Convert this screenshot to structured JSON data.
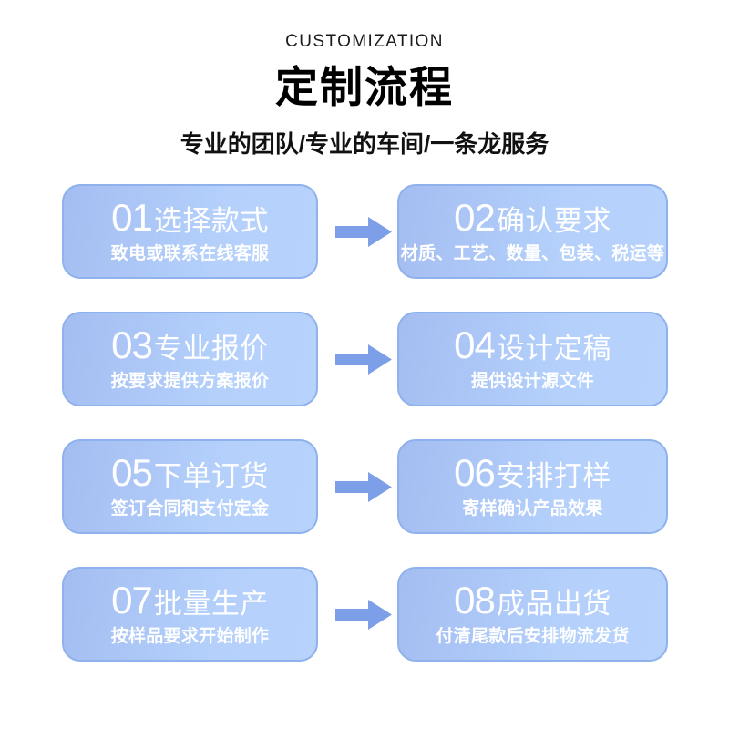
{
  "header": {
    "eyebrow": "CUSTOMIZATION",
    "title": "定制流程",
    "subtitle": "专业的团队/专业的车间/一条龙服务"
  },
  "theme": {
    "card_gradient_start": "#a4bdf2",
    "card_gradient_end": "#b7d3fd",
    "card_border": "#8fb1ec",
    "arrow_color": "#7d9fe8",
    "text_on_card": "#ffffff",
    "page_background": "#ffffff",
    "header_text": "#000000"
  },
  "steps": [
    {
      "number": "01",
      "title": "选择款式",
      "subtitle": "致电或联系在线客服"
    },
    {
      "number": "02",
      "title": "确认要求",
      "subtitle": "材质、工艺、数量、包装、税运等"
    },
    {
      "number": "03",
      "title": "专业报价",
      "subtitle": "按要求提供方案报价"
    },
    {
      "number": "04",
      "title": "设计定稿",
      "subtitle": "提供设计源文件"
    },
    {
      "number": "05",
      "title": "下单订货",
      "subtitle": "签订合同和支付定金"
    },
    {
      "number": "06",
      "title": "安排打样",
      "subtitle": "寄样确认产品效果"
    },
    {
      "number": "07",
      "title": "批量生产",
      "subtitle": "按样品要求开始制作"
    },
    {
      "number": "08",
      "title": "成品出货",
      "subtitle": "付清尾款后安排物流发货"
    }
  ],
  "arrows": [
    {
      "name": "arrow-right-icon",
      "row": 1
    },
    {
      "name": "arrow-right-icon",
      "row": 2
    },
    {
      "name": "arrow-right-icon",
      "row": 3
    },
    {
      "name": "arrow-right-icon",
      "row": 4
    }
  ]
}
